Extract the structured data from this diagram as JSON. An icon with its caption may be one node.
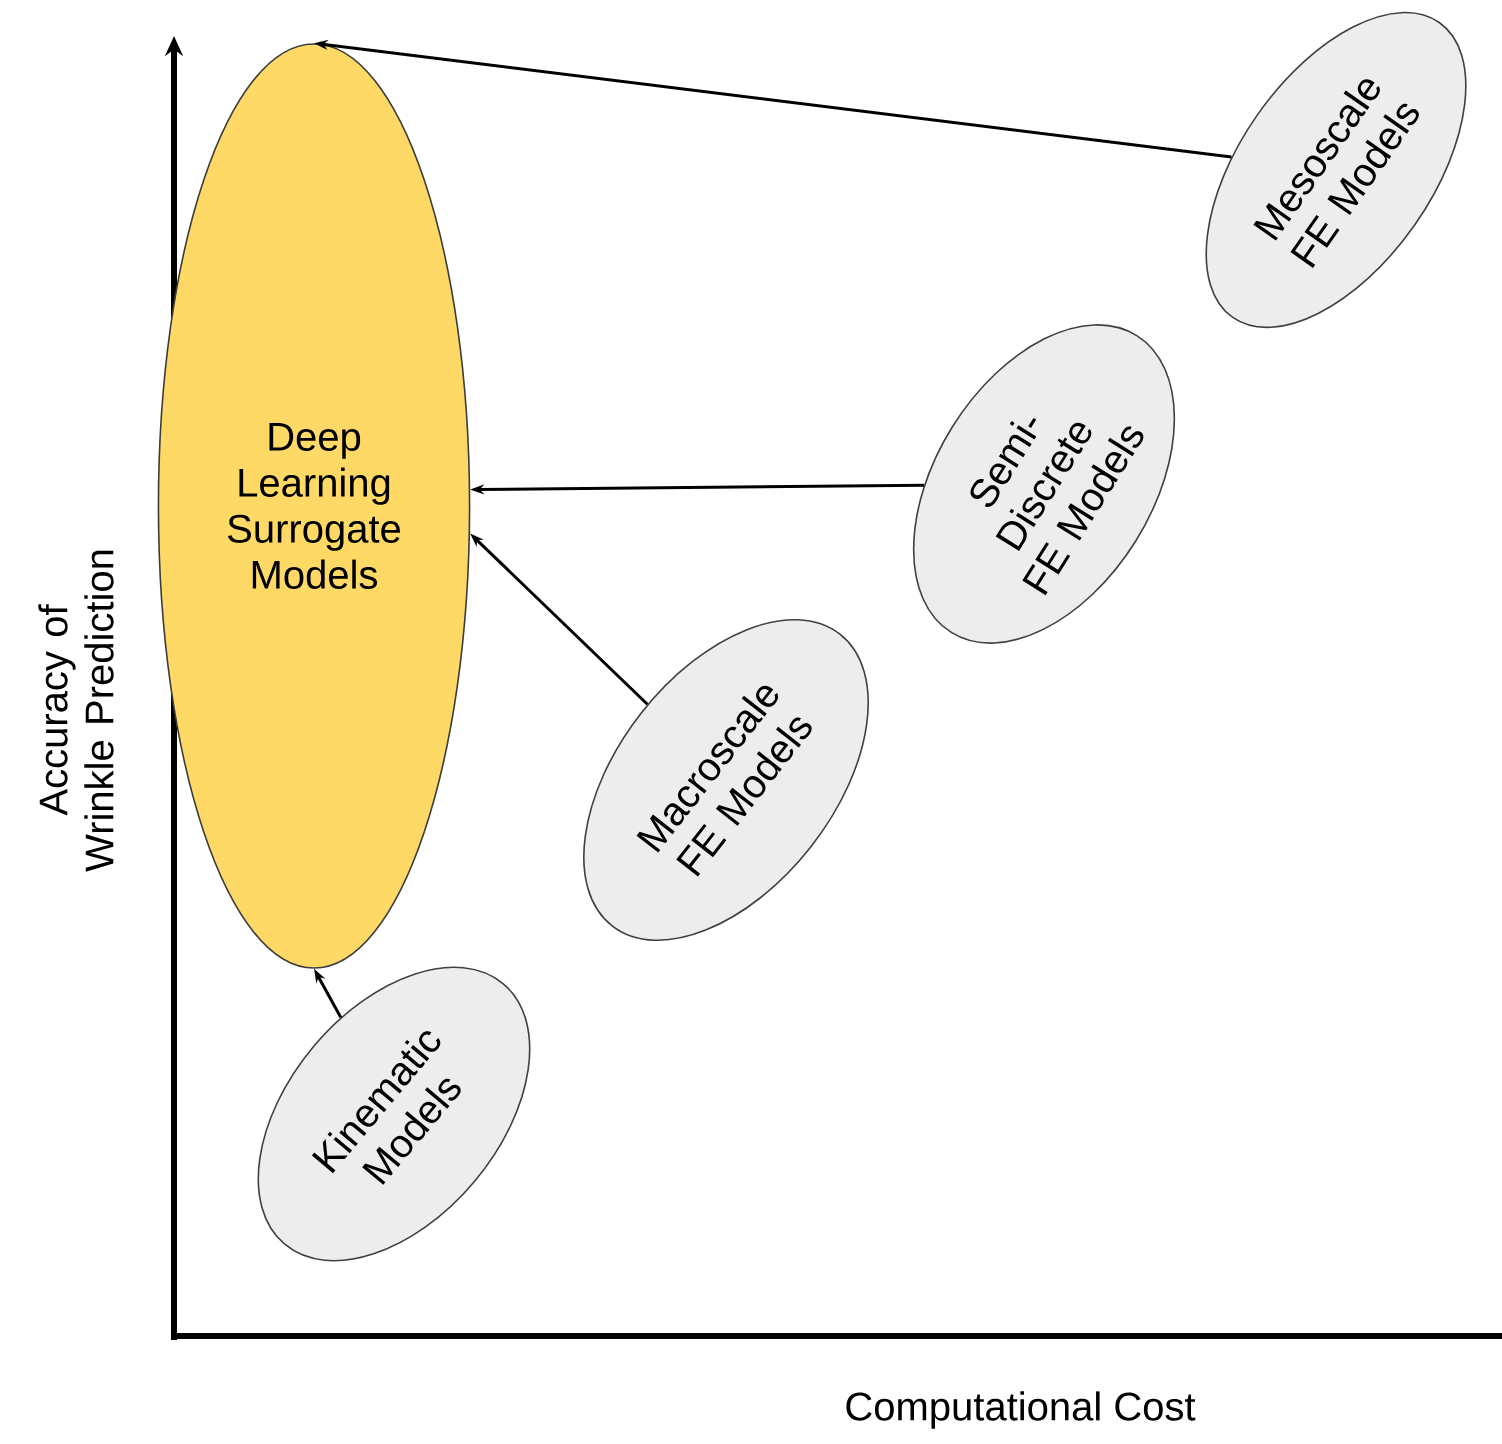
{
  "diagram": {
    "nodes": [
      {
        "text": [
          "Deep Learning Surrogate Models"
        ]
      },
      {
        "text": [
          "Mesoscale FE Models"
        ]
      },
      {
        "text": [
          "Semi-Discrete FE Models"
        ]
      },
      {
        "text": [
          "Macroscale FE Models"
        ]
      },
      {
        "text": [
          "Kinematic Models"
        ]
      }
    ],
    "edges": [
      {
        "from": 1,
        "to": 0,
        "arrow": "to"
      },
      {
        "from": 2,
        "to": 0,
        "arrow": "to"
      },
      {
        "from": 3,
        "to": 0,
        "arrow": "to"
      },
      {
        "from": 4,
        "to": 0,
        "arrow": "to"
      }
    ],
    "labels": [
      "Accuracy of Wrinkle Prediction",
      "Computational Cost"
    ]
  }
}
